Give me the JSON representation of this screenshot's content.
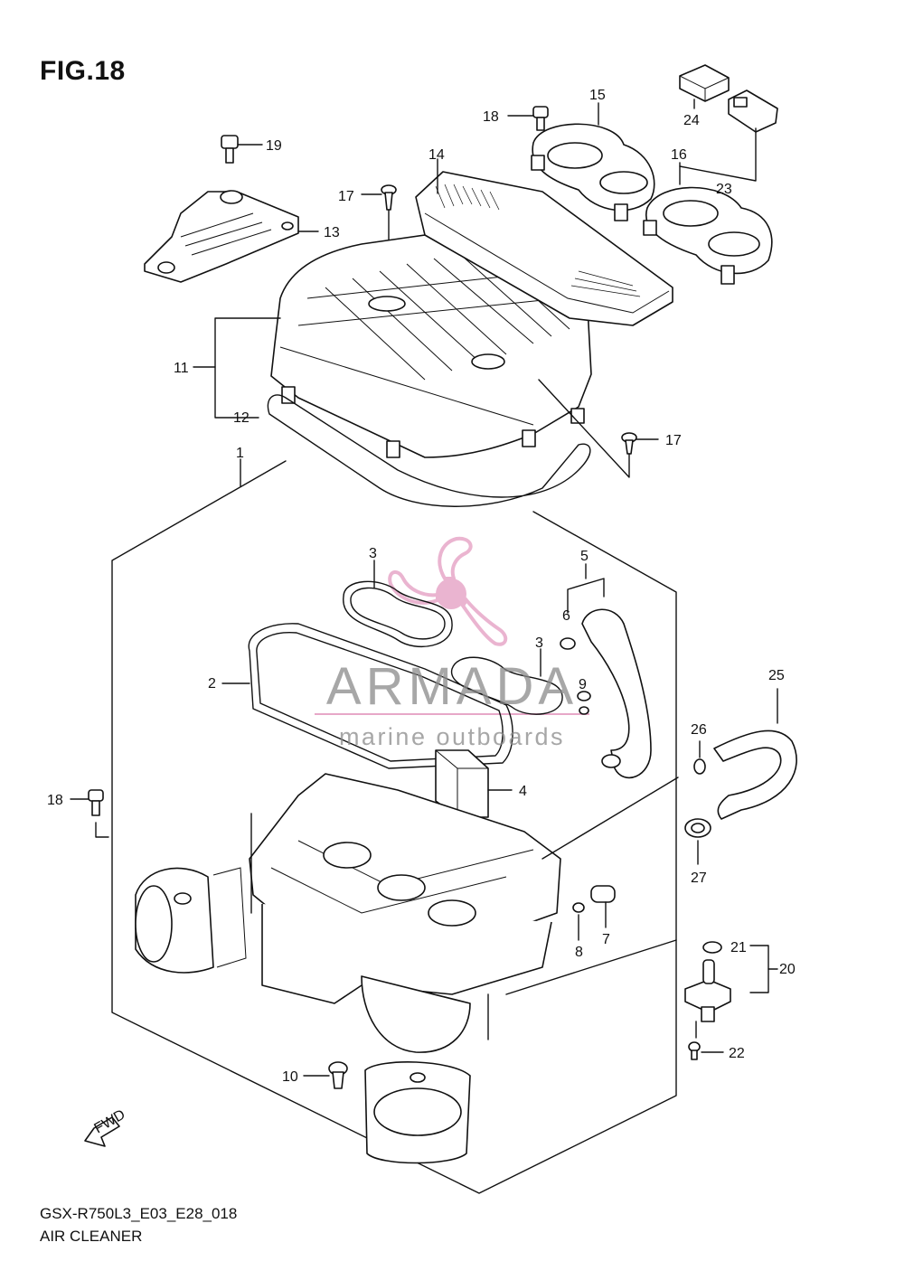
{
  "figure": {
    "title": "FIG.18",
    "model_code": "GSX-R750L3_E03_E28_018",
    "section_name": "AIR CLEANER",
    "fwd_label": "FWD"
  },
  "watermark": {
    "brand": "ARMADA",
    "tagline": "marine outboards",
    "colors": {
      "logo": "#e7a8c8",
      "text": "#8a8a8a"
    }
  },
  "callouts": [
    "1",
    "2",
    "3",
    "3",
    "4",
    "5",
    "6",
    "7",
    "8",
    "9",
    "10",
    "11",
    "12",
    "13",
    "14",
    "15",
    "16",
    "17",
    "17",
    "18",
    "18",
    "19",
    "20",
    "21",
    "22",
    "23",
    "24",
    "25",
    "26",
    "27"
  ]
}
